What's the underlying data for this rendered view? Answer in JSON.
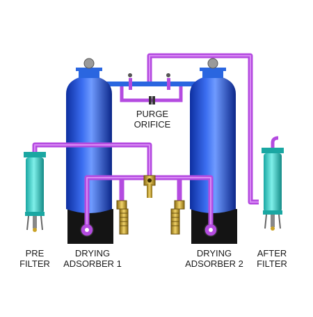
{
  "labels": {
    "purge": {
      "line1": "PURGE",
      "line2": "ORIFICE"
    },
    "pre_filter": {
      "line1": "PRE",
      "line2": "FILTER"
    },
    "adsorber_1": {
      "line1": "DRYING",
      "line2": "ADSORBER 1"
    },
    "adsorber_2": {
      "line1": "DRYING",
      "line2": "ADSORBER 2"
    },
    "after_filter": {
      "line1": "AFTER",
      "line2": "FILTER"
    }
  },
  "colors": {
    "vessel_blue": "#1f4fd8",
    "vessel_highlight": "#6f9bff",
    "pipe_purple": "#b44be0",
    "pipe_blue": "#2a66e0",
    "filter_cyan": "#35d6d0",
    "base_black": "#141414",
    "brass": "#c9a227",
    "gauge_grey": "#9a9a9a"
  }
}
